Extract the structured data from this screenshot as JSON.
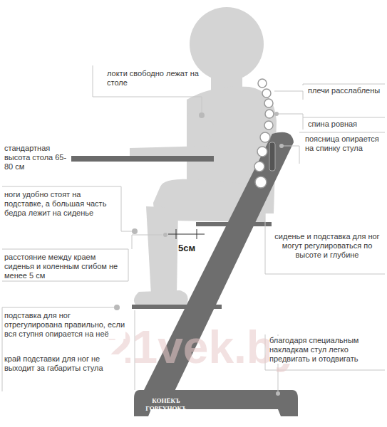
{
  "diagram": {
    "labels": [
      "локти свободно лежат на столе",
      "плечи расслаблены",
      "спина ровная",
      "поясница опирается на спинку стула",
      "стандартная высота стола 65-80 см",
      "ноги удобно стоят на подставке, а большая часть бедра лежит на сиденье",
      "сиденье и подставка для ног могут регулироваться по высоте и глубине",
      "5см",
      "расстояние между краем сиденья и коленным сгибом не менее 5 см",
      "подставка для ног отрегулирована правильно, если вся ступня опирается на неё",
      "благодаря специальным накладкам стул легко предвигать и отодвигать",
      "край подставки для ног не выходит за габариты стула",
      "КОНЁКЪ ГОРБУНОКЪ",
      "21vek.by"
    ]
  }
}
